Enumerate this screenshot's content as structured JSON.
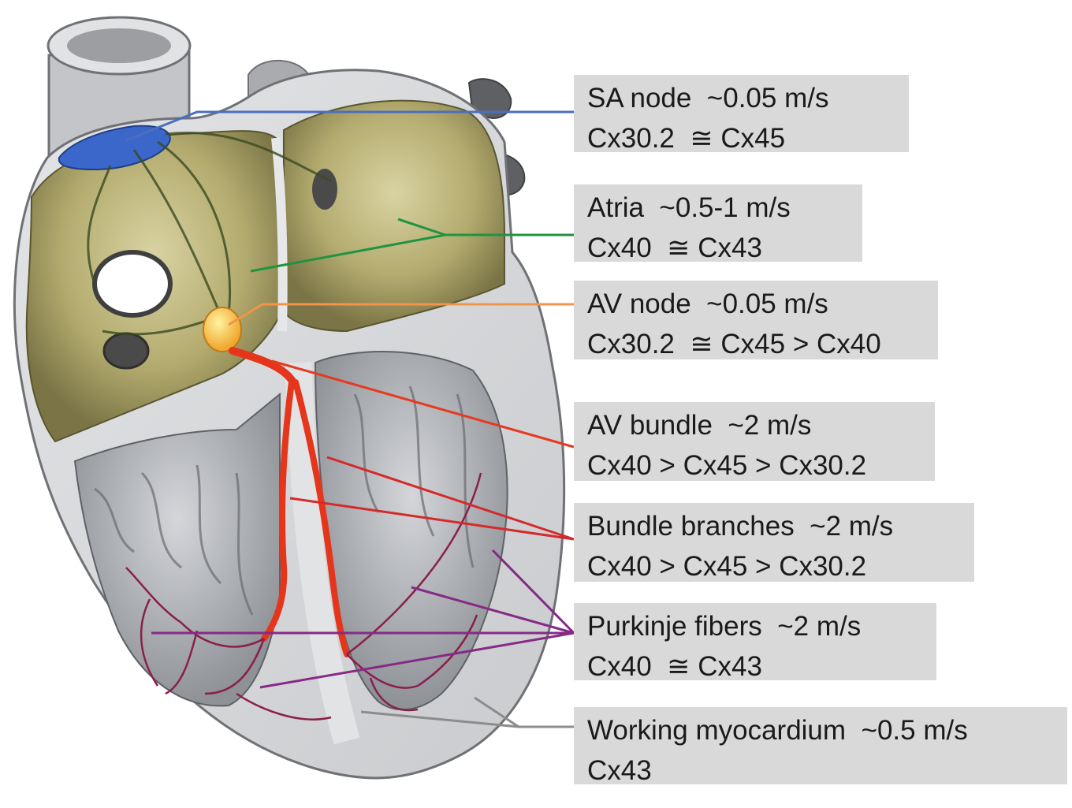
{
  "labels": {
    "sa_node": {
      "line1": "SA node  ~0.05 m/s",
      "line2": "Cx30.2  ≅ Cx45",
      "color": "#4a6fc0"
    },
    "atria": {
      "line1": "Atria  ~0.5-1 m/s",
      "line2": "Cx40  ≅ Cx43",
      "color": "#1f9440"
    },
    "av_node": {
      "line1": "AV node  ~0.05 m/s",
      "line2": "Cx30.2  ≅ Cx45 > Cx40",
      "color": "#f2954a"
    },
    "av_bundle": {
      "line1": "AV bundle  ~2 m/s",
      "line2": "Cx40 > Cx45 > Cx30.2",
      "color": "#e63a1f"
    },
    "bundle_branches": {
      "line1": "Bundle branches  ~2 m/s",
      "line2": "Cx40 > Cx45 > Cx30.2",
      "color": "#d42a2a"
    },
    "purkinje_fibers": {
      "line1": "Purkinje fibers  ~2 m/s",
      "line2": "Cx40  ≅ Cx43",
      "color": "#862a86"
    },
    "working_myocardium": {
      "line1": "Working myocardium  ~0.5 m/s",
      "line2": "Cx43",
      "color": "#8c8c8c"
    }
  }
}
